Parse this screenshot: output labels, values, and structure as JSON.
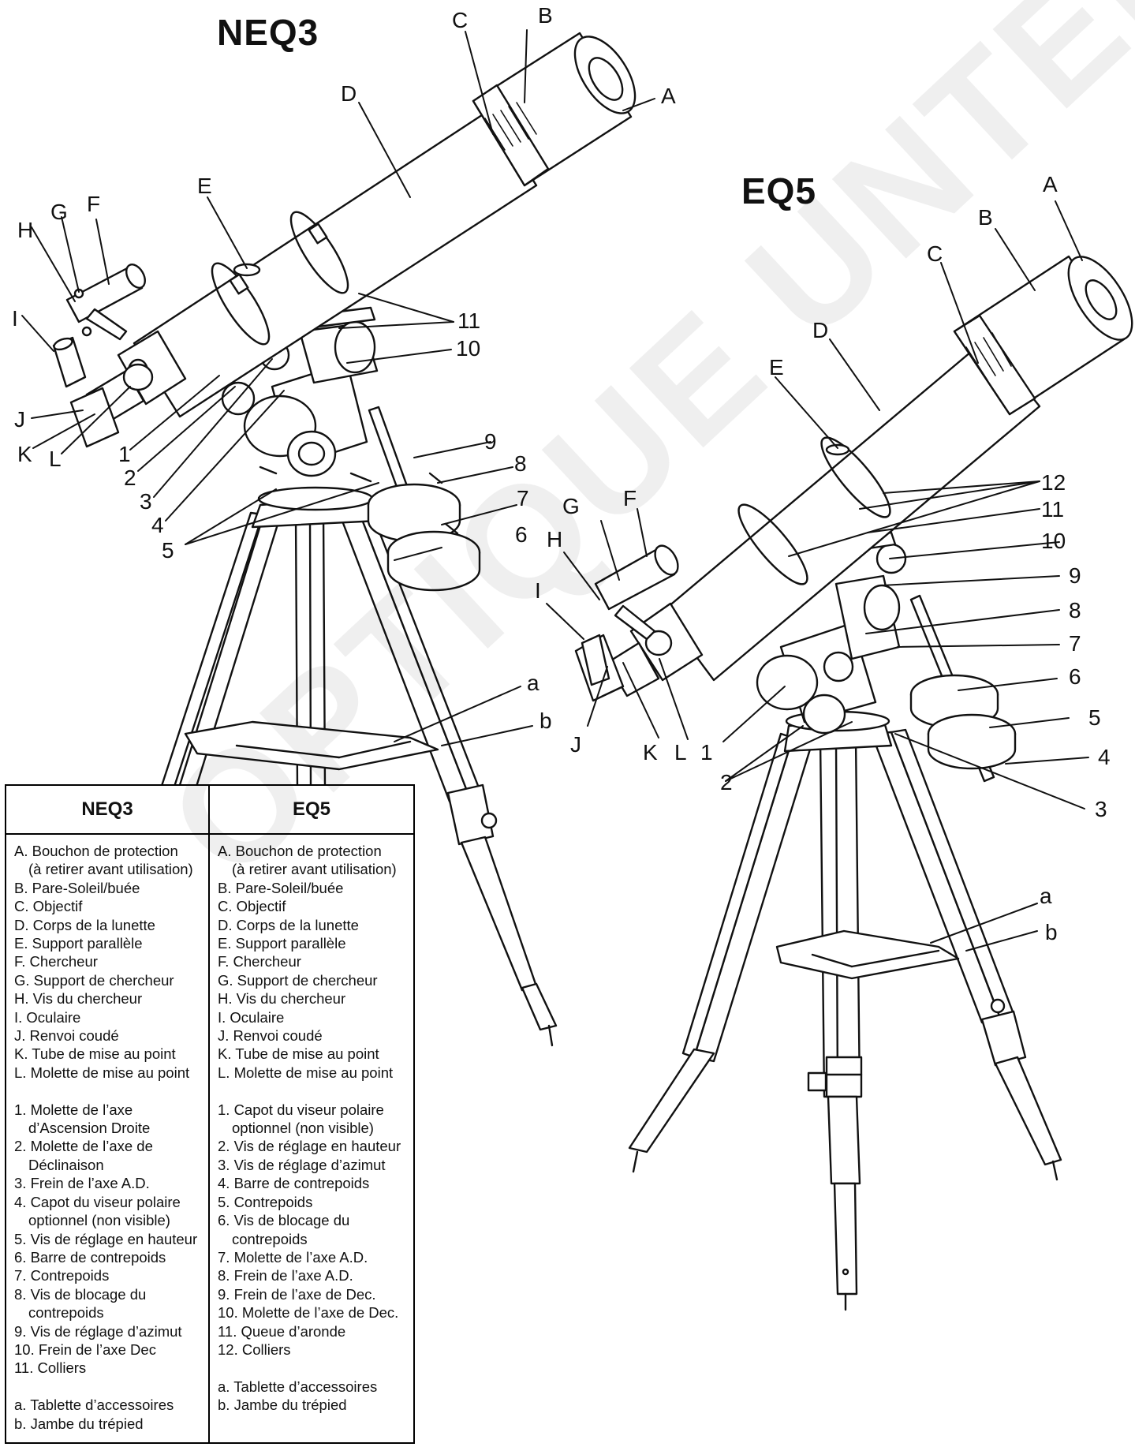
{
  "titles": {
    "neq3": "NEQ3",
    "eq5": "EQ5"
  },
  "watermark": "OPTIQUE UNTERLINDEN",
  "neq3_labels": {
    "A": "A",
    "B": "B",
    "C": "C",
    "D": "D",
    "E": "E",
    "F": "F",
    "G": "G",
    "H": "H",
    "I": "I",
    "J": "J",
    "K": "K",
    "L": "L",
    "n1": "1",
    "n2": "2",
    "n3": "3",
    "n4": "4",
    "n5": "5",
    "n6": "6",
    "n7": "7",
    "n8": "8",
    "n9": "9",
    "n10": "10",
    "n11": "11",
    "a": "a",
    "b": "b"
  },
  "eq5_labels": {
    "A": "A",
    "B": "B",
    "C": "C",
    "D": "D",
    "E": "E",
    "F": "F",
    "G": "G",
    "H": "H",
    "I": "I",
    "J": "J",
    "K": "K",
    "L": "L",
    "n1": "1",
    "n2": "2",
    "n3": "3",
    "n4": "4",
    "n5": "5",
    "n6": "6",
    "n7": "7",
    "n8": "8",
    "n9": "9",
    "n10": "10",
    "n11": "11",
    "n12": "12",
    "a": "a",
    "b": "b"
  },
  "legend": {
    "neq3_header": "NEQ3",
    "eq5_header": "EQ5",
    "neq3_items": [
      "A. Bouchon de protection",
      "(à retirer avant utilisation)",
      "B. Pare-Soleil/buée",
      "C. Objectif",
      "D. Corps de la lunette",
      "E. Support parallèle",
      "F.  Chercheur",
      "G. Support de chercheur",
      "H. Vis du chercheur",
      "I.  Oculaire",
      "J. Renvoi coudé",
      "K. Tube de mise au point",
      "L. Molette de mise au point",
      "",
      "1. Molette de l’axe",
      "d’Ascension Droite",
      "2. Molette de l’axe de",
      "Déclinaison",
      "3. Frein de l’axe A.D.",
      "4. Capot du viseur polaire",
      "optionnel (non visible)",
      "5. Vis de réglage en hauteur",
      "6. Barre de contrepoids",
      "7. Contrepoids",
      "8. Vis de blocage du",
      "contrepoids",
      "9. Vis de réglage d’azimut",
      "10. Frein de l’axe Dec",
      "11. Colliers",
      "",
      "a. Tablette d’accessoires",
      "b. Jambe du trépied"
    ],
    "eq5_items": [
      "A. Bouchon de protection",
      "(à retirer avant utilisation)",
      "B. Pare-Soleil/buée",
      "C. Objectif",
      "D. Corps de la lunette",
      "E. Support parallèle",
      "F. Chercheur",
      "G. Support de chercheur",
      "H. Vis du chercheur",
      "I. Oculaire",
      "J. Renvoi coudé",
      "K. Tube de mise au point",
      "L. Molette de mise au point",
      "",
      "1. Capot du viseur polaire",
      "optionnel (non visible)",
      "2. Vis de réglage en hauteur",
      "3. Vis de réglage d’azimut",
      "4. Barre de contrepoids",
      "5. Contrepoids",
      "6. Vis de blocage du",
      "contrepoids",
      "7. Molette de l’axe A.D.",
      "8. Frein de l’axe A.D.",
      "9. Frein de l’axe de Dec.",
      "10. Molette de l’axe de Dec.",
      "11. Queue d’aronde",
      "12. Colliers",
      "",
      "a. Tablette d’accessoires",
      "b. Jambe du trépied"
    ]
  }
}
